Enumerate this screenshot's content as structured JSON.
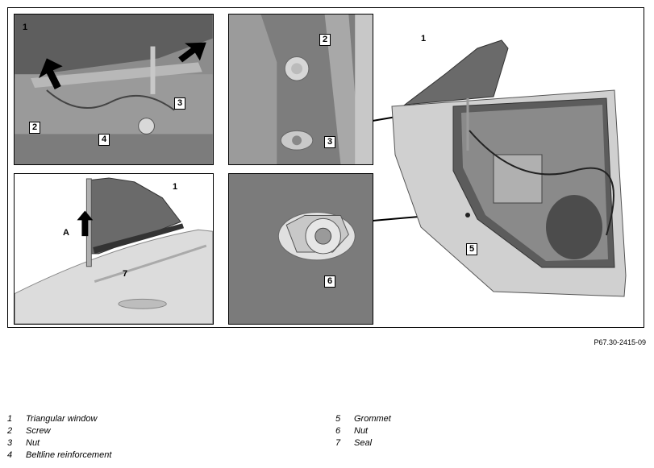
{
  "figure_ref": "P67.30-2415-09",
  "callouts": {
    "c1_top_left": "1",
    "c2_top_left": "2",
    "c3_top_left": "3",
    "c4_top_left": "4",
    "c2_top_mid": "2",
    "c3_top_mid": "3",
    "c1_bottom_left": "1",
    "c7_bottom_left": "7",
    "arrow_a": "A",
    "c6_bottom_mid": "6",
    "c1_main": "1",
    "c5_main": "5"
  },
  "legend": [
    {
      "num": "1",
      "text": "Triangular window"
    },
    {
      "num": "2",
      "text": "Screw"
    },
    {
      "num": "3",
      "text": "Nut"
    },
    {
      "num": "4",
      "text": "Beltline reinforcement"
    },
    {
      "num": "5",
      "text": "Grommet"
    },
    {
      "num": "6",
      "text": "Nut"
    },
    {
      "num": "7",
      "text": "Seal"
    }
  ]
}
